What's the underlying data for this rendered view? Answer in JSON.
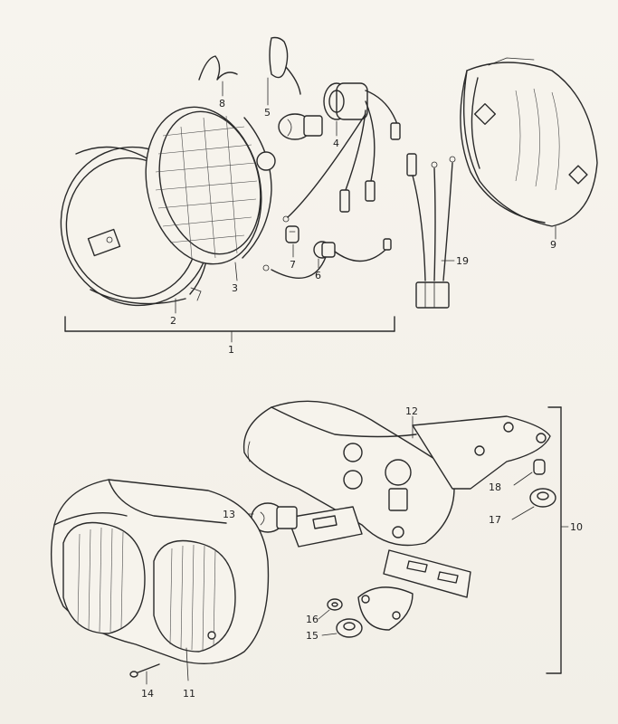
{
  "labels": {
    "n1": "1",
    "n2": "2",
    "n3": "3",
    "n4": "4",
    "n5": "5",
    "n6": "6",
    "n7": "7",
    "n8": "8",
    "n9": "9",
    "n10": "10",
    "n11": "11",
    "n12": "12",
    "n13": "13",
    "n14": "14",
    "n15": "15",
    "n16": "16",
    "n17": "17",
    "n18": "18",
    "n19": "19"
  },
  "colors": {
    "ink": "#2a2a2a",
    "paper": "#f4f1ea"
  }
}
